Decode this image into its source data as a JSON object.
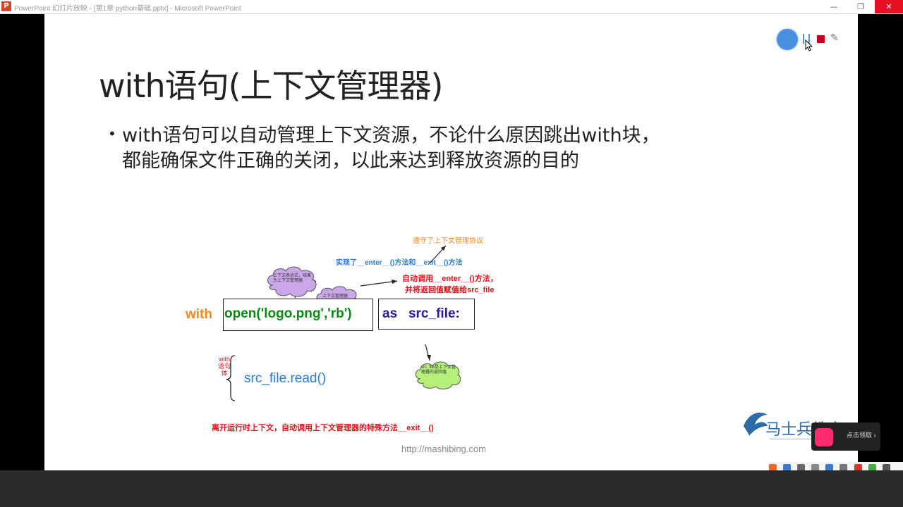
{
  "window": {
    "title": "PowerPoint 幻灯片放映 - [第1章 python基础.pptx] - Microsoft PowerPoint",
    "minimize_glyph": "—",
    "maximize_glyph": "❐",
    "close_glyph": "✕",
    "app_icon_glyph": "P"
  },
  "slide": {
    "title": "with语句(上下文管理器)",
    "bullet_symbol": "•",
    "bullet_lines": [
      "with语句可以自动管理上下文资源，不论什么原因跳出with块，",
      "都能确保文件正确的关闭，以此来达到释放资源的目的"
    ],
    "footer_url": "http://mashibing.com"
  },
  "diagram": {
    "top_annotation": "遵守了上下文管理协议",
    "impl_note": "实现了__enter__()方法和__exit__()方法",
    "cloud1_text": "上下文表达式，结果为上下文管理器",
    "cloud2_text": "上下文管理器",
    "enter_note_line1": "自动调用__enter__()方法，",
    "enter_note_line2": "并将返回值赋值给src_file",
    "keyword_with": "with",
    "open_expr": "open('logo.png','rb')",
    "as_expr": "as   src_file:",
    "cloud3_text": "src_file是上下文管理器的返回值",
    "body_label": "with语句体",
    "body_code": "src_file.read()",
    "exit_note": "离开运行时上下文，自动调用上下文管理器的特殊方法__exit__()"
  },
  "brand": {
    "logo_text": "马士兵教育"
  },
  "side_widget": {
    "label": "点击领取 ›"
  },
  "colors": {
    "orange": "#f28a1c",
    "green": "#0a8a14",
    "navy": "#2a1a9a",
    "blue": "#2a7ae2",
    "red": "#e3121b",
    "cloud_purple": "#c9a7e8",
    "cloud_green": "#b6f07a"
  }
}
